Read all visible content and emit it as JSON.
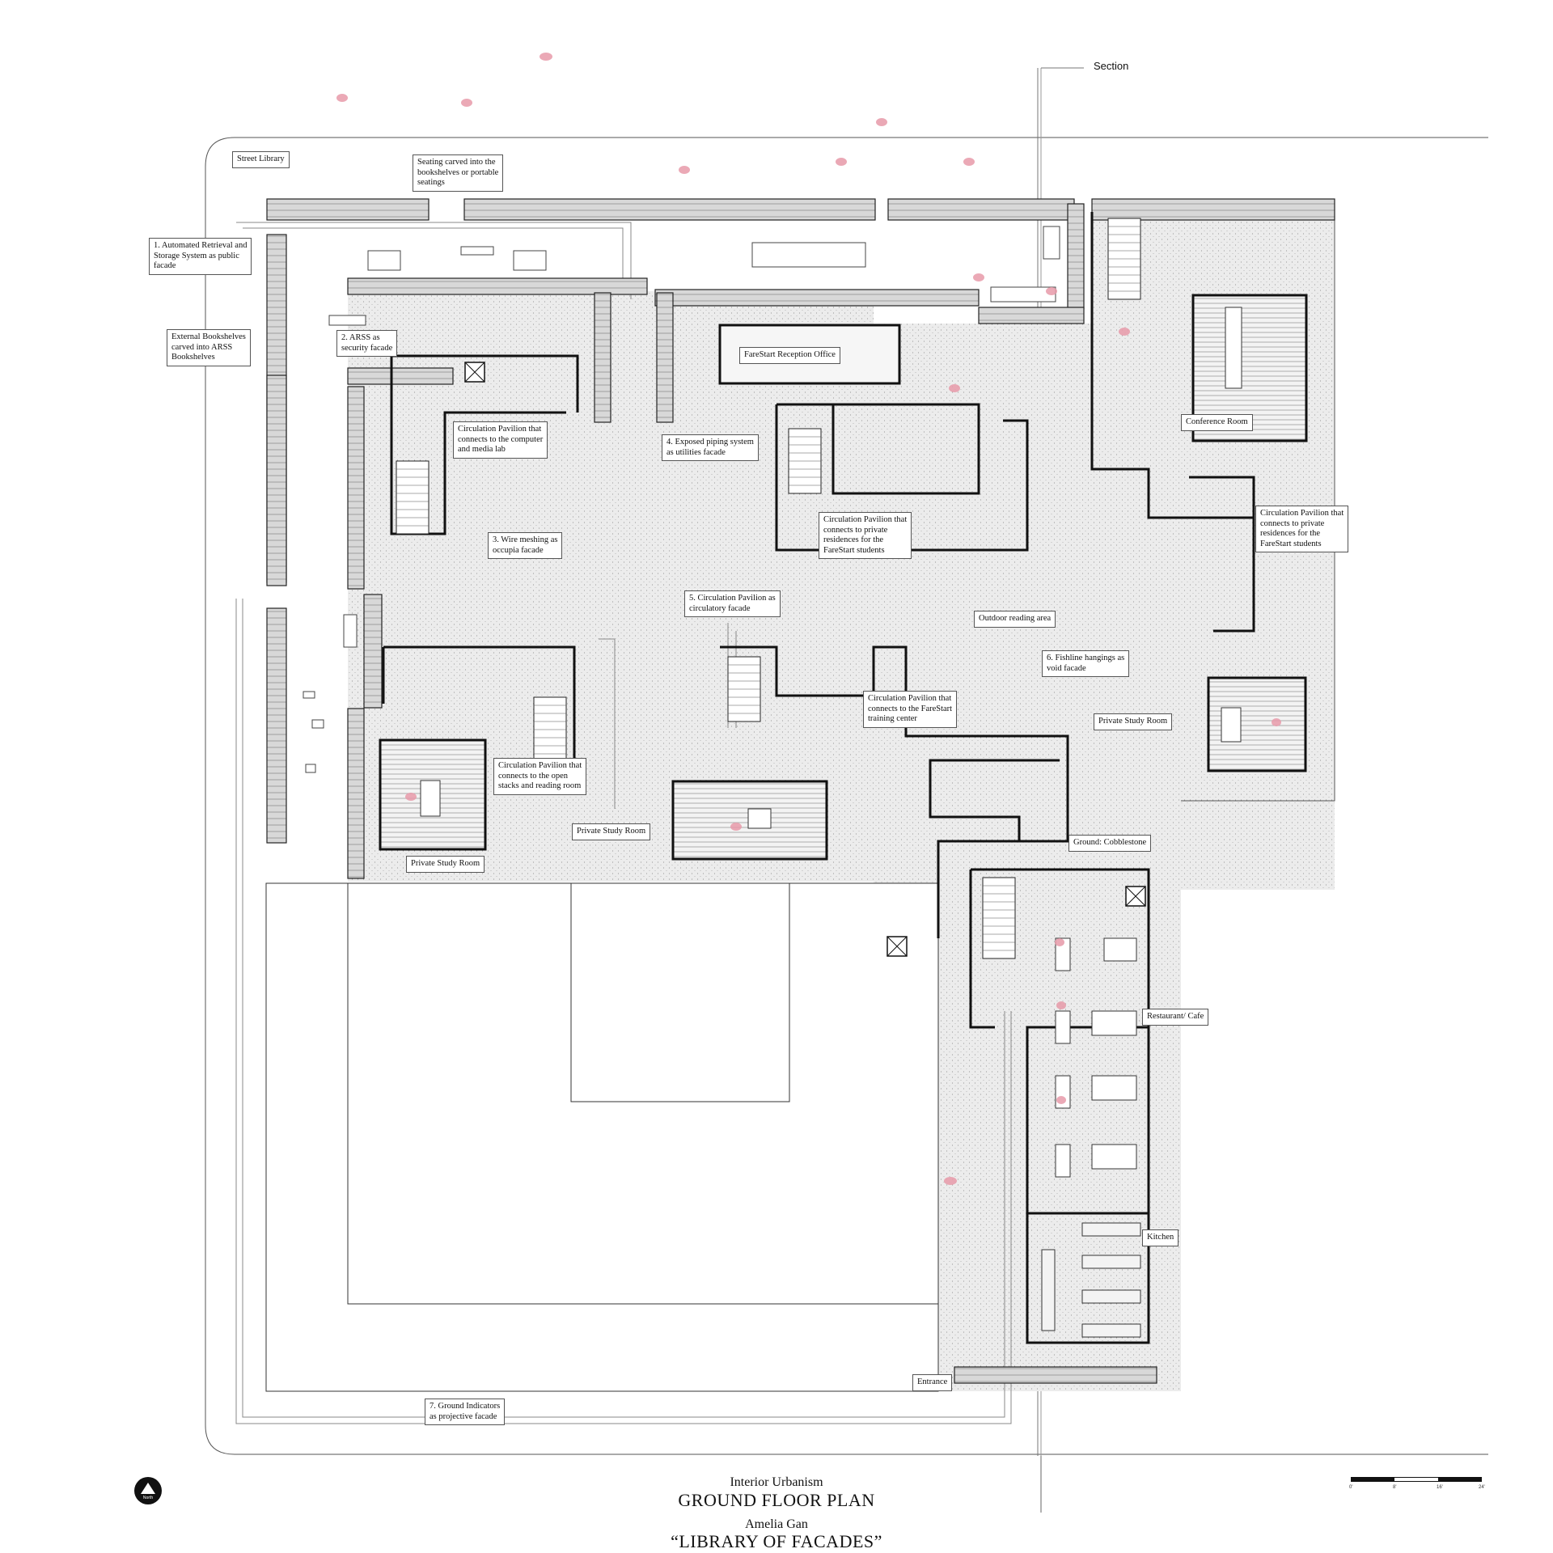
{
  "section_marker": "Section",
  "labels": [
    {
      "id": "street-library",
      "text": "Street Library"
    },
    {
      "id": "seating",
      "text": "Seating carved into the\nbookshelves or portable\nseatings"
    },
    {
      "id": "arss-public",
      "text": "1. Automated Retrieval and\nStorage System as public\nfacade"
    },
    {
      "id": "external-bookshelves",
      "text": "External Bookshelves\ncarved into ARSS\nBookshelves"
    },
    {
      "id": "arss-security",
      "text": "2. ARSS as\nsecurity facade"
    },
    {
      "id": "farestart-reception",
      "text": "FareStart Reception Office"
    },
    {
      "id": "conference-room",
      "text": "Conference Room"
    },
    {
      "id": "circ-media-lab",
      "text": "Circulation Pavilion that\nconnects to the computer\nand media lab"
    },
    {
      "id": "exposed-piping",
      "text": "4. Exposed piping system\nas utilities facade"
    },
    {
      "id": "wire-meshing",
      "text": "3. Wire meshing as\noccupia facade"
    },
    {
      "id": "circ-residences-center",
      "text": "Circulation Pavilion that\nconnects to private\nresidences for the\nFareStart students"
    },
    {
      "id": "circ-residences-right",
      "text": "Circulation Pavilion that\nconnects to private\nresidences for the\nFareStart students"
    },
    {
      "id": "circ-circulatory",
      "text": "5. Circulation Pavilion as\ncirculatory facade"
    },
    {
      "id": "outdoor-reading",
      "text": "Outdoor reading area"
    },
    {
      "id": "fishline",
      "text": "6. Fishline hangings as\nvoid facade"
    },
    {
      "id": "circ-training",
      "text": "Circulation Pavilion that\nconnects to the FareStart\ntraining center"
    },
    {
      "id": "private-study-right",
      "text": "Private Study Room"
    },
    {
      "id": "circ-open-stacks",
      "text": "Circulation Pavilion that\nconnects to the open\nstacks and reading room"
    },
    {
      "id": "private-study-center",
      "text": "Private Study Room"
    },
    {
      "id": "private-study-left",
      "text": "Private Study Room"
    },
    {
      "id": "ground-cobblestone",
      "text": "Ground: Cobblestone"
    },
    {
      "id": "restaurant-cafe",
      "text": "Restaurant/ Cafe"
    },
    {
      "id": "kitchen",
      "text": "Kitchen"
    },
    {
      "id": "entrance",
      "text": "Entrance"
    },
    {
      "id": "ground-indicators",
      "text": "7. Ground Indicators\nas projective facade"
    }
  ],
  "title_block": {
    "course": "Interior Urbanism",
    "drawing": "GROUND FLOOR PLAN",
    "author": "Amelia Gan",
    "project": "“LIBRARY OF FACADES”"
  },
  "north_arrow": {
    "label": "North"
  },
  "scale_bar": {
    "ticks": [
      "0'",
      "8'",
      "16'",
      "24'"
    ]
  },
  "colors": {
    "ink": "#111111",
    "floor": "#e9e9e9",
    "hatch": "#bdbdbd",
    "leaf": "#e79aa9",
    "void": "#ffffff"
  }
}
